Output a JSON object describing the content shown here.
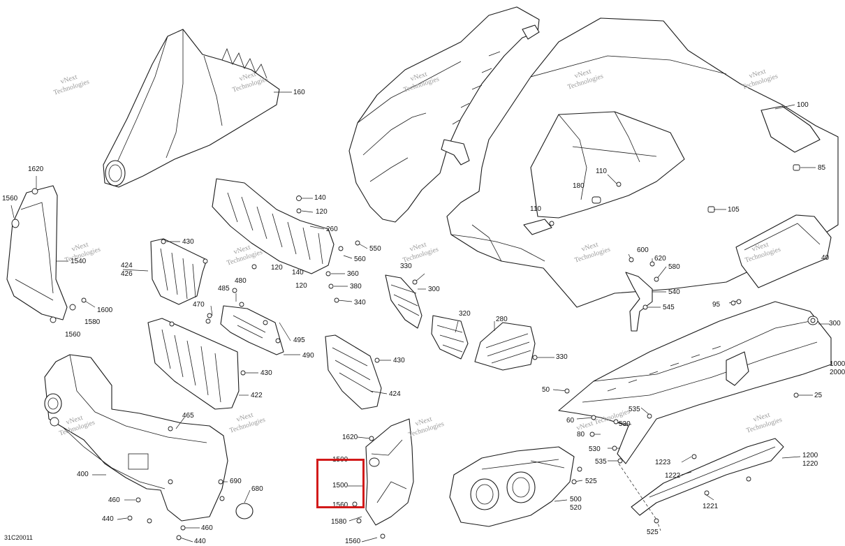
{
  "diagram": {
    "code": "31C20011",
    "watermark_line1": "vNext",
    "watermark_line2": "Technologies",
    "watermark_full": "vNext Technologies",
    "highlight_color": "#d21a1a",
    "highlighted_part": "1500",
    "callouts": [
      "160",
      "100",
      "85",
      "110",
      "180",
      "110",
      "105",
      "140",
      "120",
      "260",
      "550",
      "560",
      "360",
      "380",
      "340",
      "120",
      "140",
      "120",
      "1620",
      "1560",
      "1540",
      "1600",
      "1580",
      "1560",
      "430",
      "424",
      "426",
      "480",
      "485",
      "470",
      "495",
      "490",
      "430",
      "422",
      "330",
      "300",
      "320",
      "280",
      "330",
      "430",
      "424",
      "600",
      "620",
      "580",
      "540",
      "545",
      "95",
      "40",
      "300",
      "1000",
      "2000",
      "50",
      "25",
      "535",
      "530",
      "60",
      "80",
      "530",
      "535",
      "1223",
      "1222",
      "1200",
      "1220",
      "1221",
      "525",
      "465",
      "400",
      "690",
      "680",
      "460",
      "440",
      "460",
      "440",
      "1620",
      "1500",
      "1500",
      "1560",
      "1580",
      "1560",
      "500",
      "520",
      "525"
    ]
  }
}
